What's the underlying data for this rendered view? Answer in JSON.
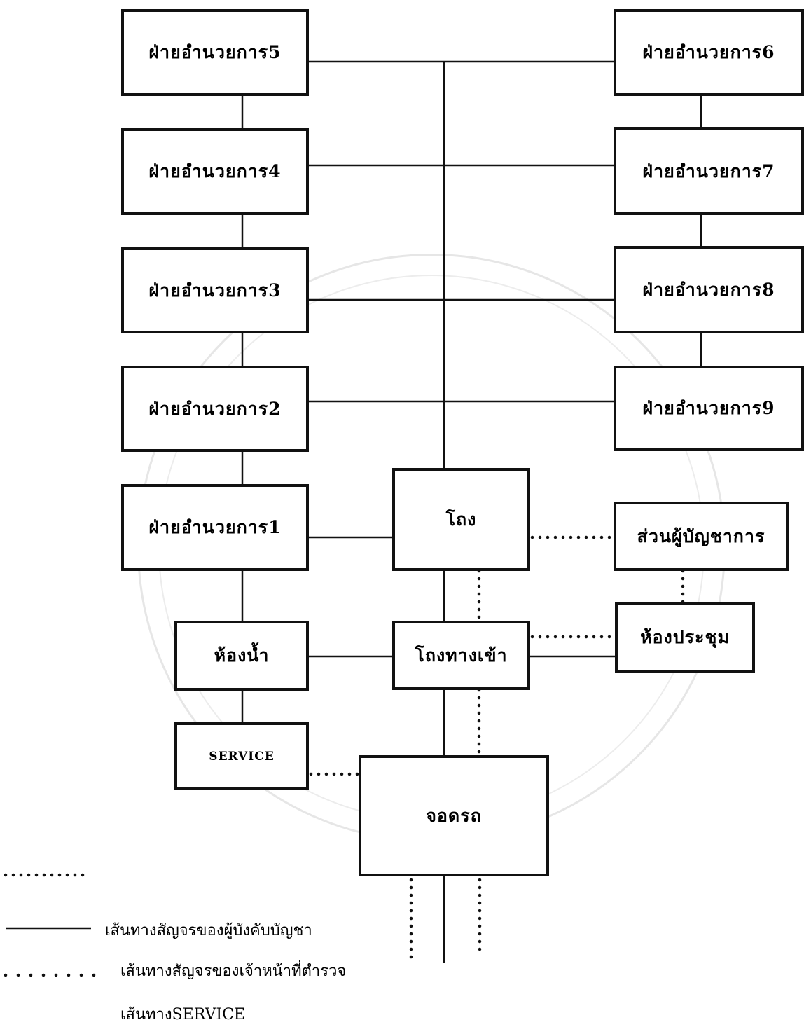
{
  "boxes": {
    "admin5": "ฝ่ายอำนวยการ5",
    "admin4": "ฝ่ายอำนวยการ4",
    "admin3": "ฝ่ายอำนวยการ3",
    "admin2": "ฝ่ายอำนวยการ2",
    "admin1": "ฝ่ายอำนวยการ1",
    "admin6": "ฝ่ายอำนวยการ6",
    "admin7": "ฝ่ายอำนวยการ7",
    "admin8": "ฝ่ายอำนวยการ8",
    "admin9": "ฝ่ายอำนวยการ9",
    "hall": "โถง",
    "entrance_hall": "โถงทางเข้า",
    "restroom": "ห้องน้ำ",
    "service": "SERVICE",
    "commander": "ส่วนผู้บัญชาการ",
    "meeting_room": "ห้องประชุม",
    "parking": "จอดรถ"
  },
  "legend": {
    "commander_route": "เส้นทางสัญจรของผู้บังคับบัญชา",
    "police_route": "เส้นทางสัญจรของเจ้าหน้าที่ตำรวจ",
    "service_route": "เส้นทางSERVICE"
  },
  "colors": {
    "line": "#111111",
    "watermark": "#e6e6e6"
  }
}
